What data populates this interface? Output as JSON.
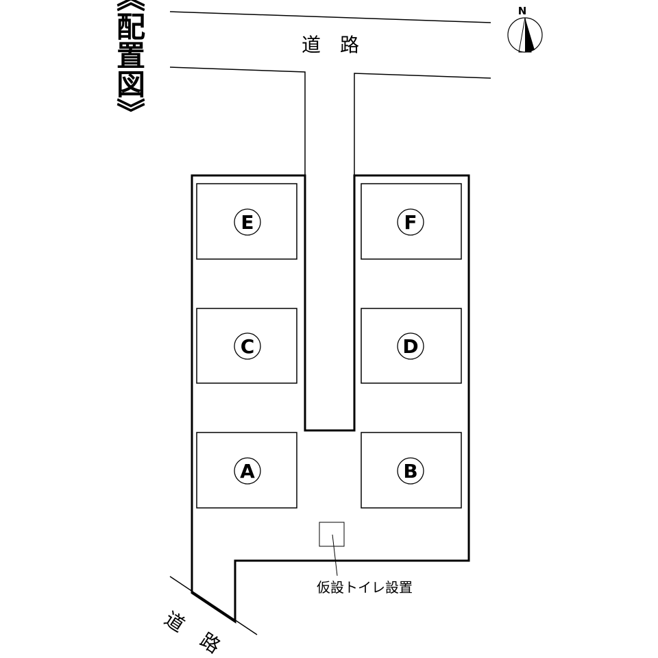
{
  "title": "《配置図》",
  "compass": {
    "label": "N",
    "icon": "north-arrow-icon"
  },
  "roads": {
    "top_label": "道　路",
    "bottom_label_1": "道",
    "bottom_label_2": "路"
  },
  "lots": [
    {
      "id": "E",
      "label": "E"
    },
    {
      "id": "F",
      "label": "F"
    },
    {
      "id": "C",
      "label": "C"
    },
    {
      "id": "D",
      "label": "D"
    },
    {
      "id": "A",
      "label": "A"
    },
    {
      "id": "B",
      "label": "B"
    }
  ],
  "toilet": {
    "label": "仮設トイレ設置"
  },
  "colors": {
    "line": "#000000",
    "background": "#ffffff"
  }
}
